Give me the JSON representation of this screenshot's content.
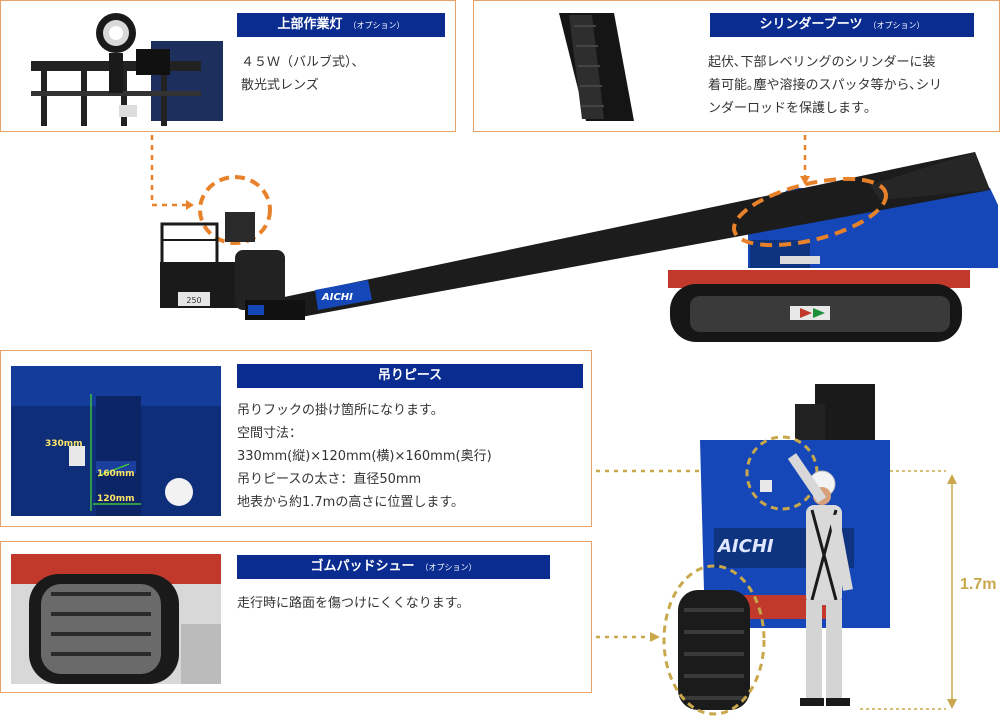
{
  "panels": {
    "work_light": {
      "title": "上部作業灯",
      "option": "（オプション）",
      "lines": [
        "４５Ｗ（バルブ式）、",
        "散光式レンズ"
      ]
    },
    "cylinder_boots": {
      "title": "シリンダーブーツ",
      "option": "（オプション）",
      "lines": [
        "起伏､下部レベリングのシリンダーに装",
        "着可能｡塵や溶接のスパッタ等から､シリ",
        "ンダーロッドを保護します｡"
      ]
    },
    "lifting_piece": {
      "title": "吊りピース",
      "lines": [
        "吊りフックの掛け箇所になります。",
        "空間寸法：",
        "330mm(縦)×120mm(横)×160mm(奥行)",
        "吊りピースの太さ：直径50mm",
        "地表から約1.7mの高さに位置します。"
      ],
      "dim_330": "330mm",
      "dim_160": "160mm",
      "dim_120": "120mm"
    },
    "rubber_pad": {
      "title": "ゴムパッドシュー",
      "option": "（オプション）",
      "lines": [
        "走行時に路面を傷つけにくくなります。"
      ]
    }
  },
  "machine": {
    "brand": "AICHI",
    "boom_label": "AICHI",
    "basket_badge": "250"
  },
  "height_label": "1.7m",
  "colors": {
    "header_blue": "#0a2b8f",
    "panel_border": "#e6a36a",
    "callout_orange": "#e8822a",
    "dashed_olive": "#c8a84a",
    "dim_green": "#3fbf3f"
  }
}
